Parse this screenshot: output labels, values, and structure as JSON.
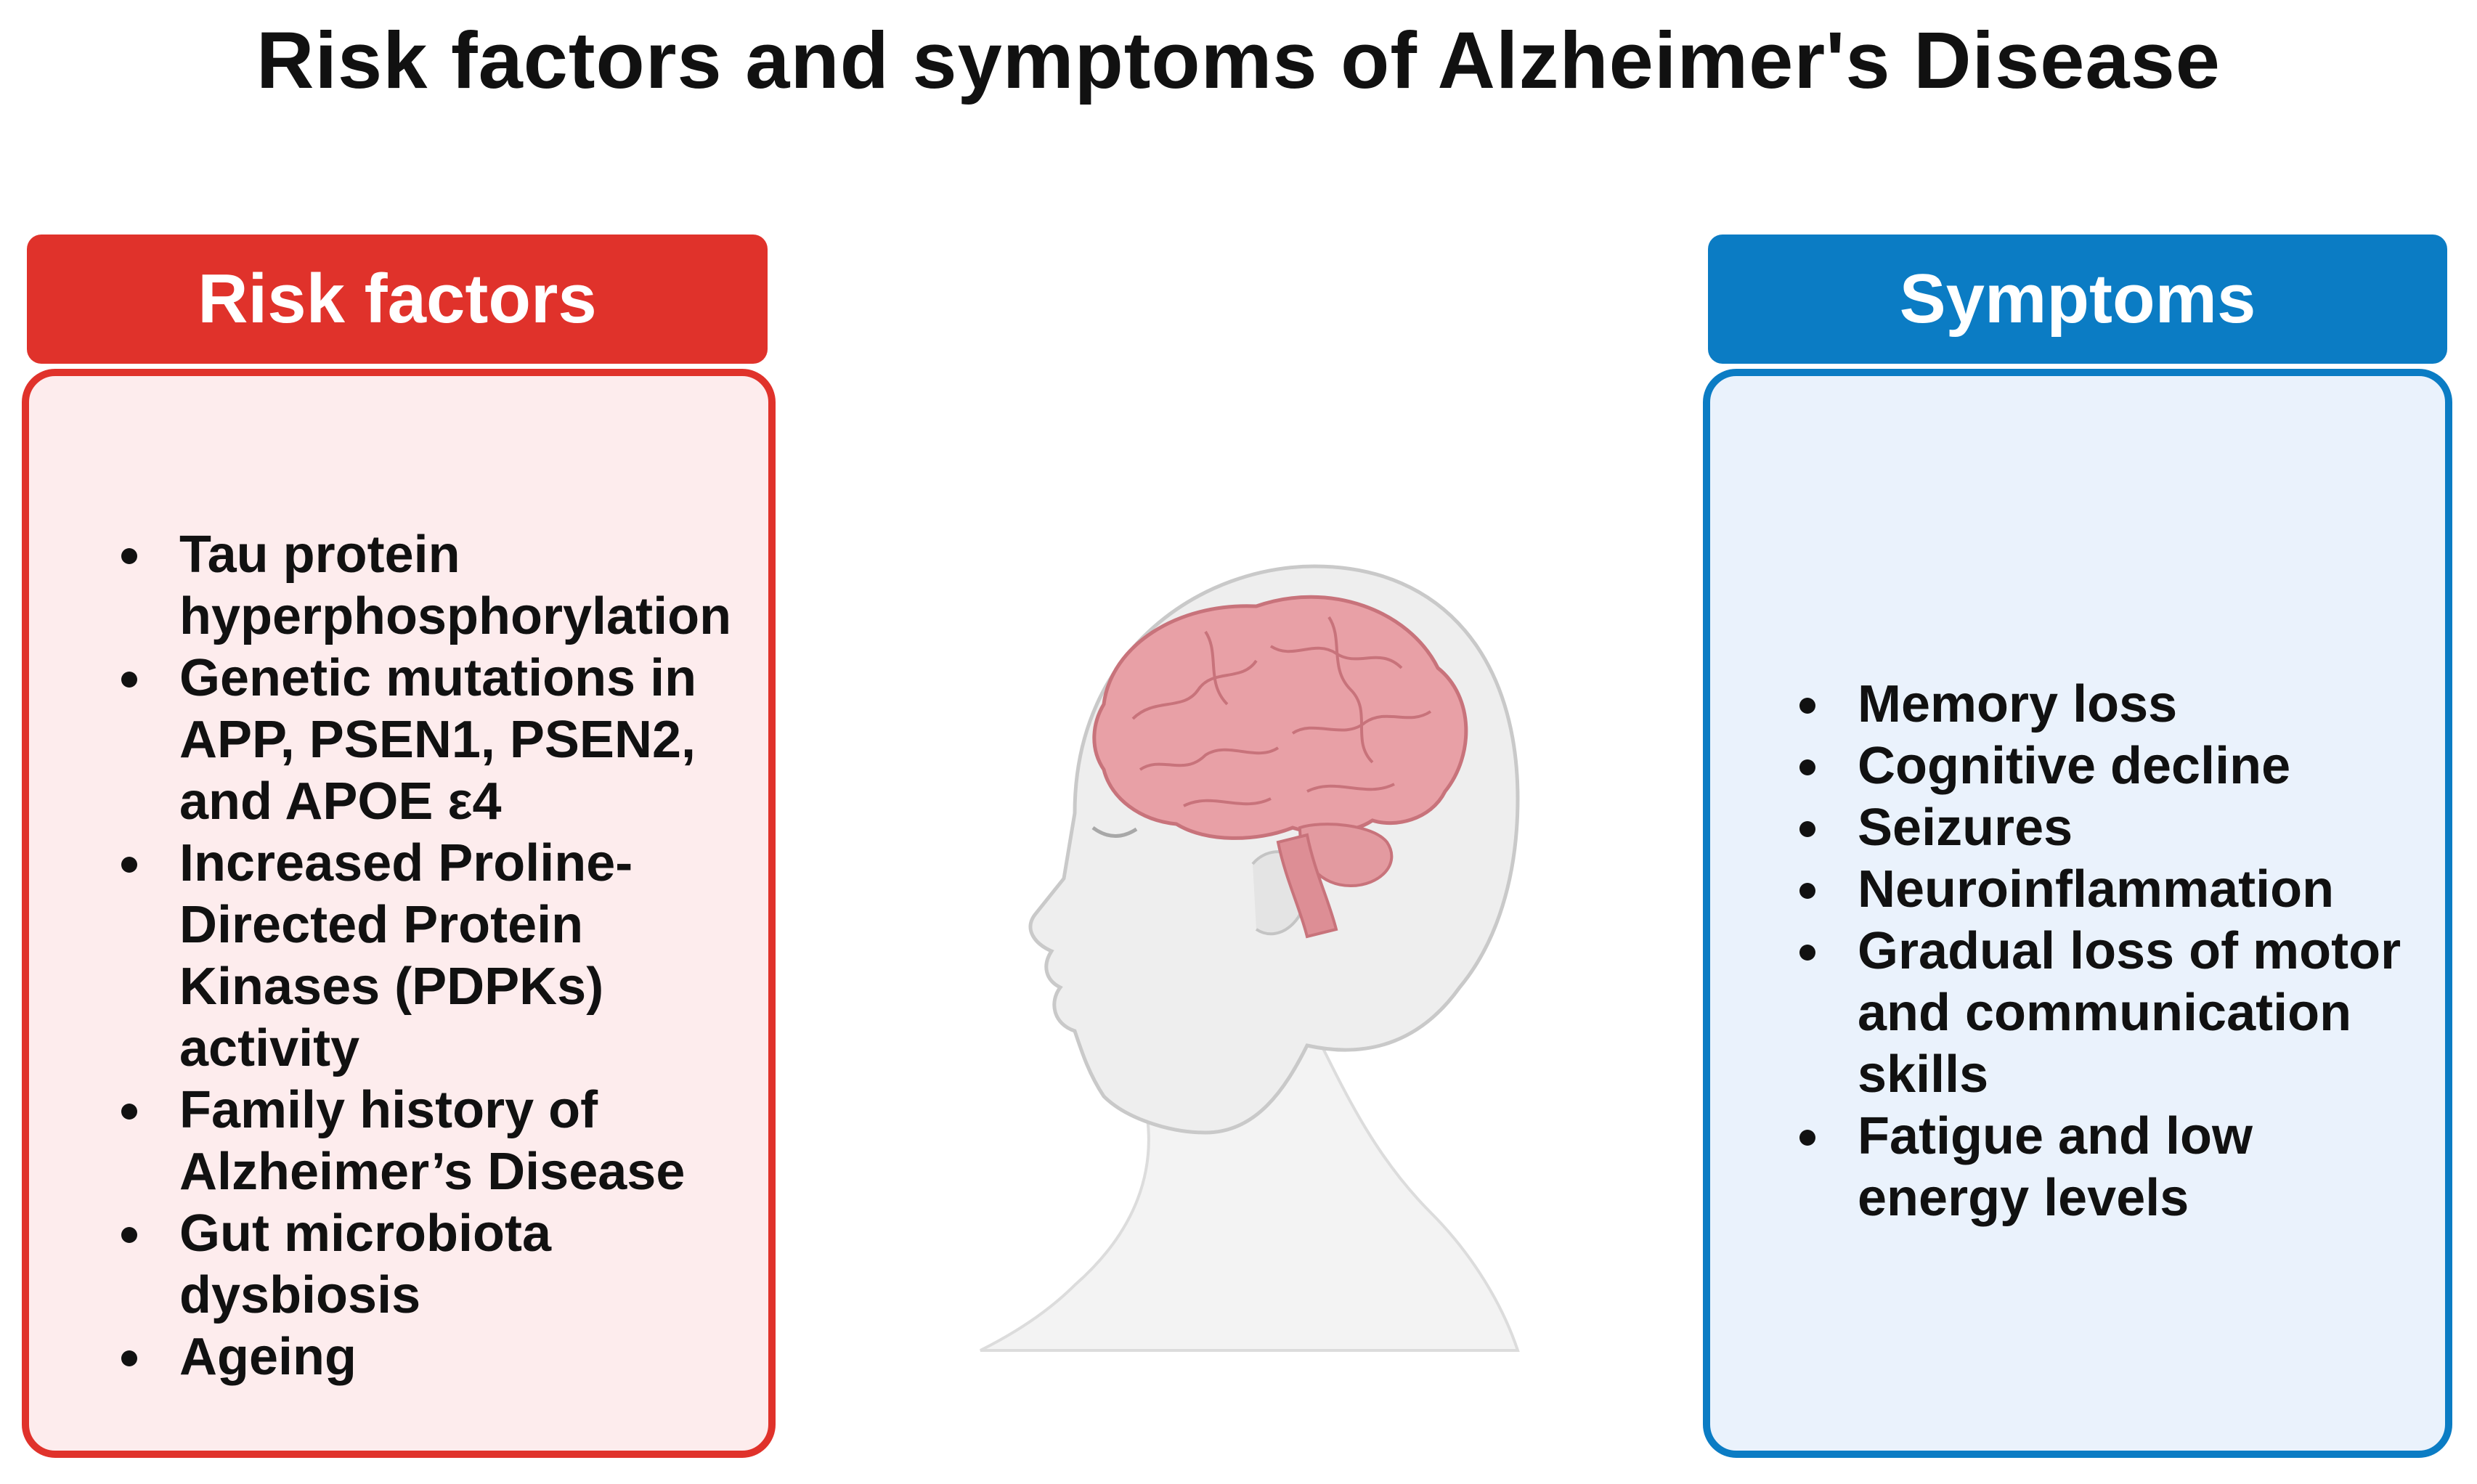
{
  "title": "Risk factors and symptoms of Alzheimer's Disease",
  "colors": {
    "risk_header": "#e0322b",
    "risk_border": "#e0322b",
    "risk_fill": "#fdeced",
    "symptoms_header": "#0b7cc4",
    "symptoms_border": "#0b7cc4",
    "symptoms_fill": "#eaf2fc",
    "brain": "#e8a0a6",
    "head_fill": "#eeeeee"
  },
  "risk_factors": {
    "heading": "Risk factors",
    "items": [
      [
        "Tau protein",
        "hyperphosphorylation"
      ],
      [
        "Genetic mutations in",
        "APP, PSEN1, PSEN2,",
        "and APOE ε4"
      ],
      [
        "Increased Proline-",
        "Directed Protein",
        "Kinases (PDPKs)",
        "activity"
      ],
      [
        "Family history of",
        "Alzheimer’s Disease"
      ],
      [
        "Gut microbiota",
        "dysbiosis"
      ],
      [
        "Ageing"
      ]
    ]
  },
  "symptoms": {
    "heading": "Symptoms",
    "items": [
      [
        "Memory loss"
      ],
      [
        "Cognitive decline"
      ],
      [
        "Seizures"
      ],
      [
        "Neuroinflammation"
      ],
      [
        "Gradual loss of motor",
        "and communication",
        "skills"
      ],
      [
        "Fatigue and low",
        "energy levels"
      ]
    ]
  },
  "figure": {
    "icon": "human-head-brain-icon"
  }
}
